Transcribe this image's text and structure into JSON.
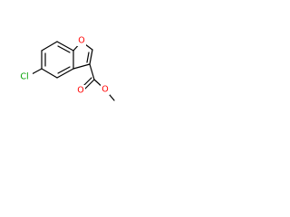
{
  "molecule": {
    "atoms": {
      "chlorine": "Cl",
      "ring_oxygen": "O",
      "carbonyl_oxygen": "O",
      "ester_oxygen": "O"
    },
    "colors": {
      "bond": "#000000",
      "chlorine": "#00a000",
      "oxygen": "#ff0000"
    }
  }
}
